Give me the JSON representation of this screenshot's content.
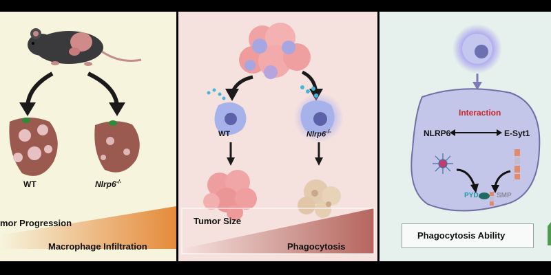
{
  "panel1": {
    "genotype_wt": "WT",
    "genotype_ko": "Nlrp6",
    "genotype_ko_sup": "-/-",
    "bar_label_top": "mor Progression",
    "bar_label_bottom": "Macrophage Infiltration",
    "bar_color": "#e58a3a"
  },
  "panel2": {
    "genotype_wt": "WT",
    "genotype_ko": "Nlrp6",
    "genotype_ko_sup": "-/-",
    "bar_label_top": "Tumor Size",
    "bar_label_bottom": "Phagocytosis",
    "bar_color": "#b5655e"
  },
  "panel3": {
    "interaction_title": "Interaction",
    "protein_left": "NLRP6",
    "protein_right": "E-Syt1",
    "domain_left": "PYD",
    "domain_right": "SMP",
    "box_label": "Phagocytosis Ability",
    "title_color": "#c62828"
  }
}
